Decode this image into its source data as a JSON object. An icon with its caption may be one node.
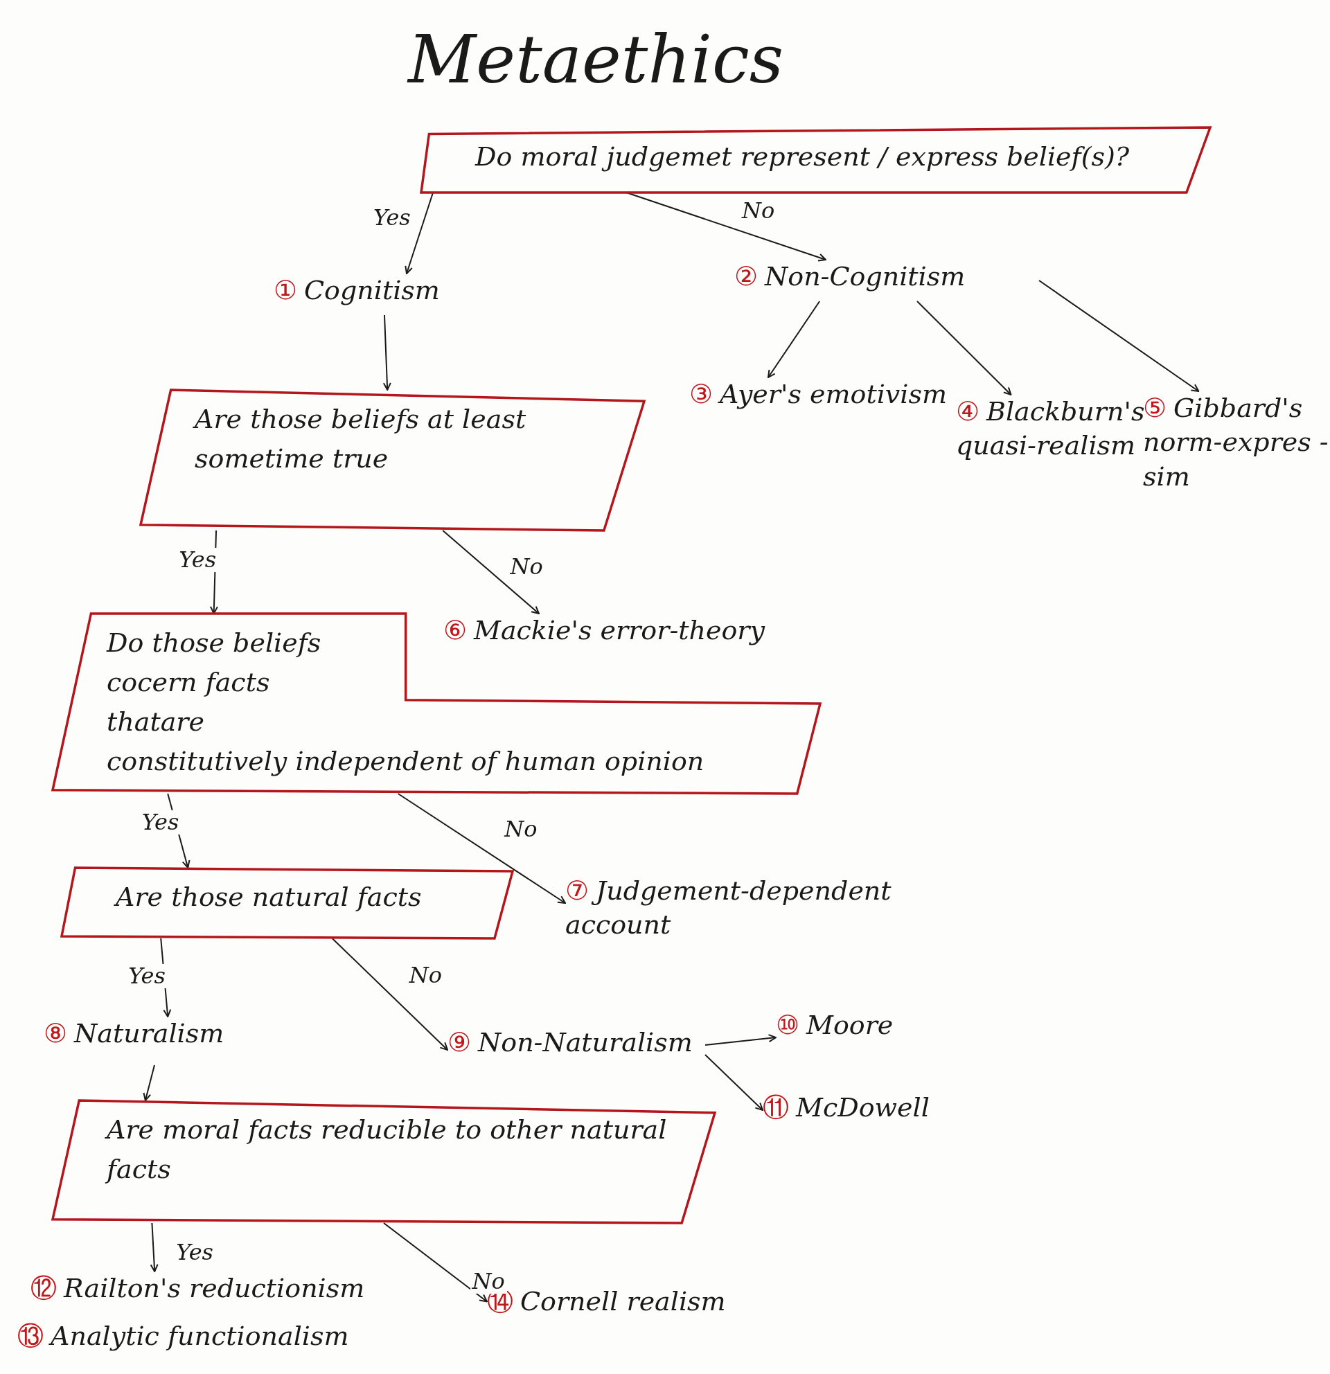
{
  "diagram": {
    "title": "Metaethics",
    "nodes": [
      {
        "text": [
          "Do moral judgemet represent / express belief(s)?"
        ]
      },
      {
        "text": [
          "①",
          "Cognitism"
        ]
      },
      {
        "text": [
          "②",
          "Non-Cognitism"
        ]
      },
      {
        "text": [
          "③",
          "Ayer's emotivism"
        ]
      },
      {
        "text": [
          "④",
          "Blackburn's quasi-realism"
        ]
      },
      {
        "text": [
          "⑤",
          "Gibbard's norm-expres -sim"
        ]
      },
      {
        "text": [
          "Are those beliefs at least sometime true"
        ]
      },
      {
        "text": [
          "Do those beliefs cocern facts thatare constitutively independent of human opinion"
        ]
      },
      {
        "text": [
          "⑥",
          "Mackie's error-theory"
        ]
      },
      {
        "text": [
          "Are those natural facts"
        ]
      },
      {
        "text": [
          "⑦",
          "Judgement-dependent account"
        ]
      },
      {
        "text": [
          "⑧",
          "Naturalism"
        ]
      },
      {
        "text": [
          "⑨",
          "Non-Naturalism"
        ]
      },
      {
        "text": [
          "⑩",
          "Moore"
        ]
      },
      {
        "text": [
          "⑪",
          "McDowell"
        ]
      },
      {
        "text": [
          "Are moral facts reducible to other natural facts"
        ]
      },
      {
        "text": [
          "⑫",
          "Railton's reductionism"
        ]
      },
      {
        "text": [
          "⑬",
          "Analytic functionalism"
        ]
      },
      {
        "text": [
          "⑭",
          "Cornell realism"
        ]
      }
    ],
    "edges": [
      {
        "from": 0,
        "to": 1,
        "arrow": "to",
        "label": "Yes"
      },
      {
        "from": 0,
        "to": 2,
        "arrow": "to",
        "label": "No"
      },
      {
        "from": 1,
        "to": 6,
        "arrow": "to"
      },
      {
        "from": 2,
        "to": 3,
        "arrow": "to"
      },
      {
        "from": 2,
        "to": 4,
        "arrow": "to"
      },
      {
        "from": 2,
        "to": 5,
        "arrow": "to"
      },
      {
        "from": 6,
        "to": 7,
        "arrow": "to",
        "label": "Yes"
      },
      {
        "from": 6,
        "to": 8,
        "arrow": "to",
        "label": "No"
      },
      {
        "from": 7,
        "to": 9,
        "arrow": "to",
        "label": "Yes"
      },
      {
        "from": 7,
        "to": 10,
        "arrow": "to",
        "label": "No"
      },
      {
        "from": 9,
        "to": 11,
        "arrow": "to",
        "label": "Yes"
      },
      {
        "from": 9,
        "to": 12,
        "arrow": "to",
        "label": "No"
      },
      {
        "from": 12,
        "to": 13,
        "arrow": "to"
      },
      {
        "from": 12,
        "to": 14,
        "arrow": "to"
      },
      {
        "from": 11,
        "to": 15,
        "arrow": "to"
      },
      {
        "from": 15,
        "to": 16,
        "arrow": "to",
        "label": "Yes"
      },
      {
        "from": 15,
        "to": 18,
        "arrow": "to",
        "label": "No"
      }
    ]
  }
}
